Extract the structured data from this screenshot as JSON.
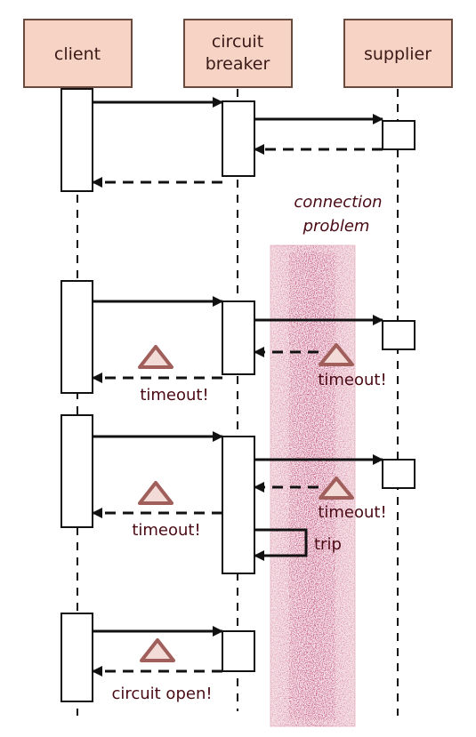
{
  "participants": [
    {
      "id": "client",
      "lines": [
        "client"
      ]
    },
    {
      "id": "circuit-breaker",
      "lines": [
        "circuit",
        "breaker"
      ]
    },
    {
      "id": "supplier",
      "lines": [
        "supplier"
      ]
    }
  ],
  "note": {
    "line1": "connection",
    "line2": "problem"
  },
  "labels": {
    "timeout": "timeout!",
    "trip": "trip",
    "circuit_open": "circuit open!"
  },
  "colors": {
    "participant_fill": "#f6d3c4",
    "participant_stroke": "#6b4a3e",
    "line": "#111111",
    "fault_zone": "#8b1a3c",
    "warning_triangle": "#a05f5a"
  },
  "icons": [
    "warning-triangle-icon"
  ]
}
